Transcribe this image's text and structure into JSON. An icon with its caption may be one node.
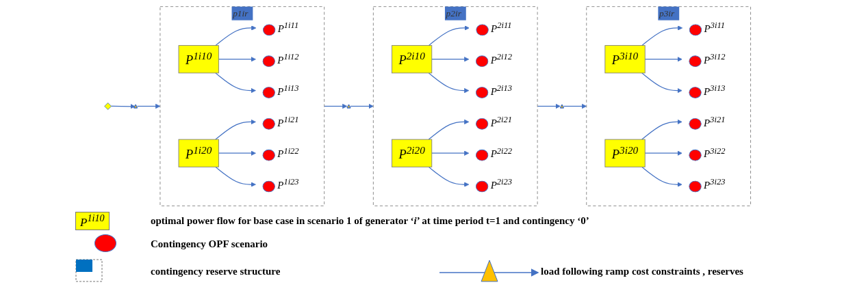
{
  "diagram": {
    "nodes": [
      {
        "text": [],
        "shape": "diamond"
      },
      {
        "text": [],
        "shape": "triangle"
      },
      {
        "text": [
          "p1ir"
        ]
      },
      {
        "text": [
          "P$^{1i10}$"
        ],
        "in": 2
      },
      {
        "text": [],
        "shape": "circle",
        "beside": [
          "P$^{1i11}$"
        ],
        "in": 2
      },
      {
        "text": [],
        "shape": "circle",
        "beside": [
          "P$^{1i12}$"
        ],
        "in": 2
      },
      {
        "text": [],
        "shape": "circle",
        "beside": [
          "P$^{1i13}$"
        ],
        "in": 2
      },
      {
        "text": [
          "P$^{1i20}$"
        ],
        "in": 2
      },
      {
        "text": [],
        "shape": "circle",
        "beside": [
          "P$^{1i21}$"
        ],
        "in": 2
      },
      {
        "text": [],
        "shape": "circle",
        "beside": [
          "P$^{1i22}$"
        ],
        "in": 2
      },
      {
        "text": [],
        "shape": "circle",
        "beside": [
          "P$^{1i23}$"
        ],
        "in": 2
      },
      {
        "text": [],
        "shape": "triangle"
      },
      {
        "text": [
          "p2ir"
        ]
      },
      {
        "text": [
          "P$^{2i10}$"
        ],
        "in": 12
      },
      {
        "text": [],
        "shape": "circle",
        "beside": [
          "P$^{2i11}$"
        ],
        "in": 12
      },
      {
        "text": [],
        "shape": "circle",
        "beside": [
          "P$^{2i12}$"
        ],
        "in": 12
      },
      {
        "text": [],
        "shape": "circle",
        "beside": [
          "P$^{2i13}$"
        ],
        "in": 12
      },
      {
        "text": [
          "P$^{2i20}$"
        ],
        "in": 12
      },
      {
        "text": [],
        "shape": "circle",
        "beside": [
          "P$^{2i21}$"
        ],
        "in": 12
      },
      {
        "text": [],
        "shape": "circle",
        "beside": [
          "P$^{2i22}$"
        ],
        "in": 12
      },
      {
        "text": [],
        "shape": "circle",
        "beside": [
          "P$^{2i23}$"
        ],
        "in": 12
      },
      {
        "text": [],
        "shape": "triangle"
      },
      {
        "text": [
          "p3ir"
        ]
      },
      {
        "text": [
          "P$^{3i10}$"
        ],
        "in": 22
      },
      {
        "text": [],
        "shape": "circle",
        "beside": [
          "P$^{3i11}$"
        ],
        "in": 22
      },
      {
        "text": [],
        "shape": "circle",
        "beside": [
          "P$^{3i12}$"
        ],
        "in": 22
      },
      {
        "text": [],
        "shape": "circle",
        "beside": [
          "P$^{3i13}$"
        ],
        "in": 22
      },
      {
        "text": [
          "P$^{3i20}$"
        ],
        "in": 22
      },
      {
        "text": [],
        "shape": "circle",
        "beside": [
          "P$^{3i21}$"
        ],
        "in": 22
      },
      {
        "text": [],
        "shape": "circle",
        "beside": [
          "P$^{3i22}$"
        ],
        "in": 22
      },
      {
        "text": [],
        "shape": "circle",
        "beside": [
          "P$^{3i23}$"
        ],
        "in": 22
      }
    ],
    "edges": [
      {
        "from": 0,
        "to": 1,
        "arrow": "to"
      },
      {
        "from": 1,
        "to": 2,
        "arrow": "to"
      },
      {
        "from": 3,
        "to": 4,
        "arrow": "to"
      },
      {
        "from": 3,
        "to": 5,
        "arrow": "to"
      },
      {
        "from": 3,
        "to": 6,
        "arrow": "to"
      },
      {
        "from": 7,
        "to": 8,
        "arrow": "to"
      },
      {
        "from": 7,
        "to": 9,
        "arrow": "to"
      },
      {
        "from": 7,
        "to": 10,
        "arrow": "to"
      },
      {
        "from": 2,
        "to": 11,
        "arrow": "to"
      },
      {
        "from": 11,
        "to": 12,
        "arrow": "to"
      },
      {
        "from": 13,
        "to": 14,
        "arrow": "to"
      },
      {
        "from": 13,
        "to": 15,
        "arrow": "to"
      },
      {
        "from": 13,
        "to": 16,
        "arrow": "to"
      },
      {
        "from": 17,
        "to": 18,
        "arrow": "to"
      },
      {
        "from": 17,
        "to": 19,
        "arrow": "to"
      },
      {
        "from": 17,
        "to": 20,
        "arrow": "to"
      },
      {
        "from": 12,
        "to": 21,
        "arrow": "to"
      },
      {
        "from": 21,
        "to": 22,
        "arrow": "to"
      },
      {
        "from": 23,
        "to": 24,
        "arrow": "to"
      },
      {
        "from": 23,
        "to": 25,
        "arrow": "to"
      },
      {
        "from": 23,
        "to": 26,
        "arrow": "to"
      },
      {
        "from": 27,
        "to": 28,
        "arrow": "to"
      },
      {
        "from": 27,
        "to": 29,
        "arrow": "to"
      },
      {
        "from": 27,
        "to": 30,
        "arrow": "to"
      }
    ],
    "labels": [
      "P$^{1i10}$"
    ],
    "legend": [
      {
        "text": "optimal power flow for base case in scenario 1 of generator ‘*i*’ at time period t=1 and contingency ‘0’"
      },
      {
        "text": "Contingency OPF scenario"
      },
      {
        "text": "contingency reserve structure"
      },
      {
        "text": "load following ramp cost constraints , reserves"
      }
    ]
  }
}
